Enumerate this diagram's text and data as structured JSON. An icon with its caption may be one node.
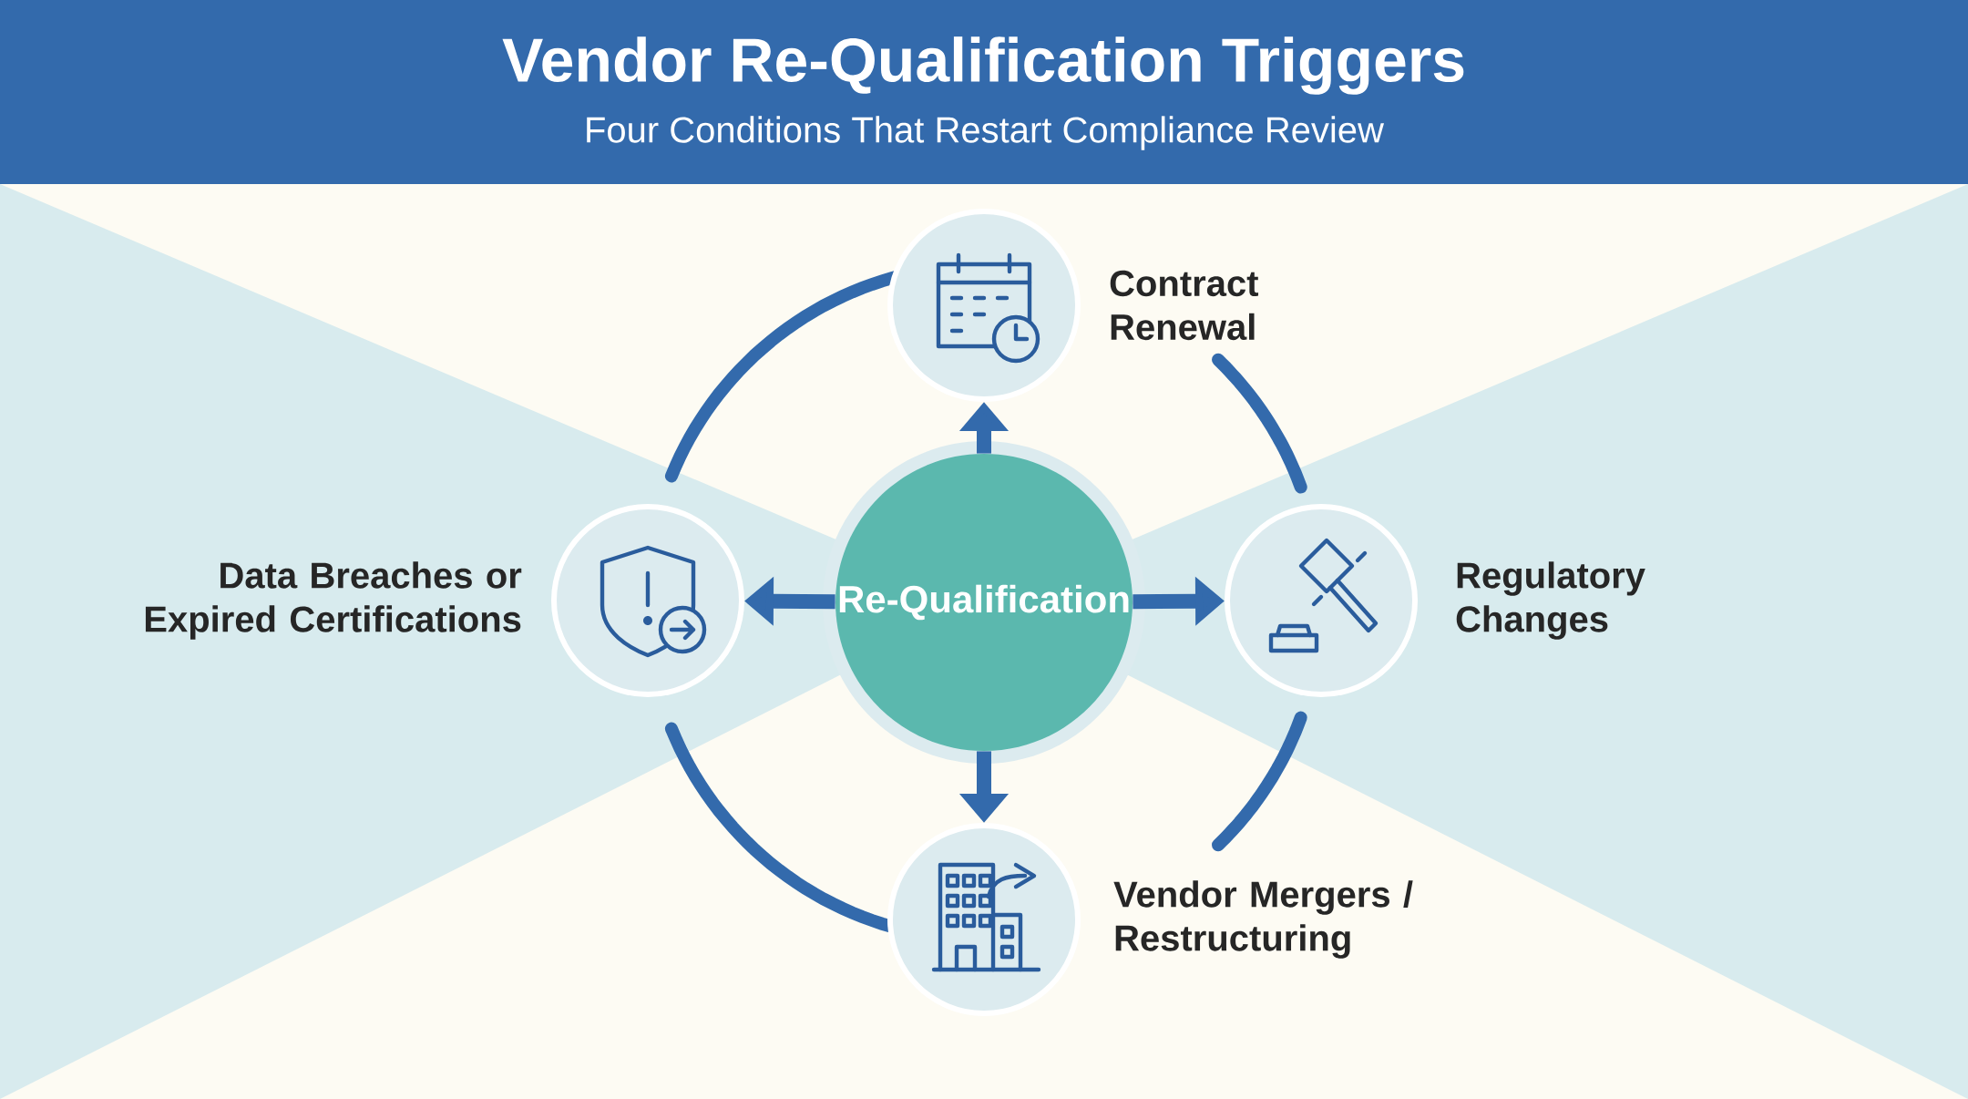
{
  "diagram": {
    "title": "Vendor Re-Qualification Triggers",
    "caption": "Four Conditions That Restart Compliance Review",
    "nodes": [
      {
        "text": [
          "Re-Qualification"
        ]
      },
      {
        "text": [],
        "shape": "circle",
        "beside": [
          "Contract Renewal"
        ]
      },
      {
        "text": [],
        "shape": "circle",
        "beside": [
          "Data Breaches or Expired Certifications"
        ]
      },
      {
        "text": [],
        "shape": "circle",
        "beside": [
          "Regulatory Changes"
        ]
      },
      {
        "text": [],
        "shape": "circle",
        "beside": [
          "Vendor Mergers / Restructuring"
        ]
      }
    ],
    "edges": [
      {
        "from": 0,
        "to": 1,
        "arrow": "to"
      },
      {
        "from": 0,
        "to": 2,
        "arrow": "to"
      },
      {
        "from": 0,
        "to": 3,
        "arrow": "to"
      },
      {
        "from": 0,
        "to": 4,
        "arrow": "to"
      }
    ]
  }
}
